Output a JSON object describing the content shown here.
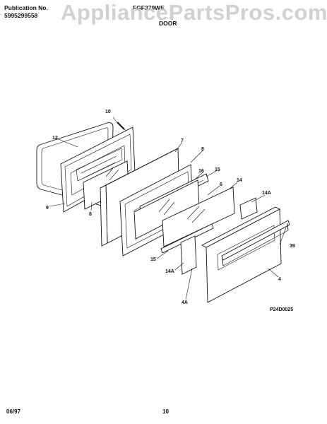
{
  "header": {
    "publication_label": "Publication No.",
    "publication_number": "5995299558",
    "model": "FGF379WE",
    "section": "DOOR"
  },
  "watermark": "AppliancePartsPros.com",
  "diagram_code": "P24D0025",
  "callouts": {
    "c10": "10",
    "c12": "12",
    "c7": "7",
    "c8a": "8",
    "c16": "16",
    "c15a": "15",
    "c6": "6",
    "c14": "14",
    "c14A_top": "14A",
    "c9": "9",
    "c8b": "8",
    "c15b": "15",
    "c39": "39",
    "c14A_mid": "14A",
    "c4": "4",
    "c4A": "4A"
  },
  "footer": {
    "date": "06/97",
    "page": "10"
  }
}
